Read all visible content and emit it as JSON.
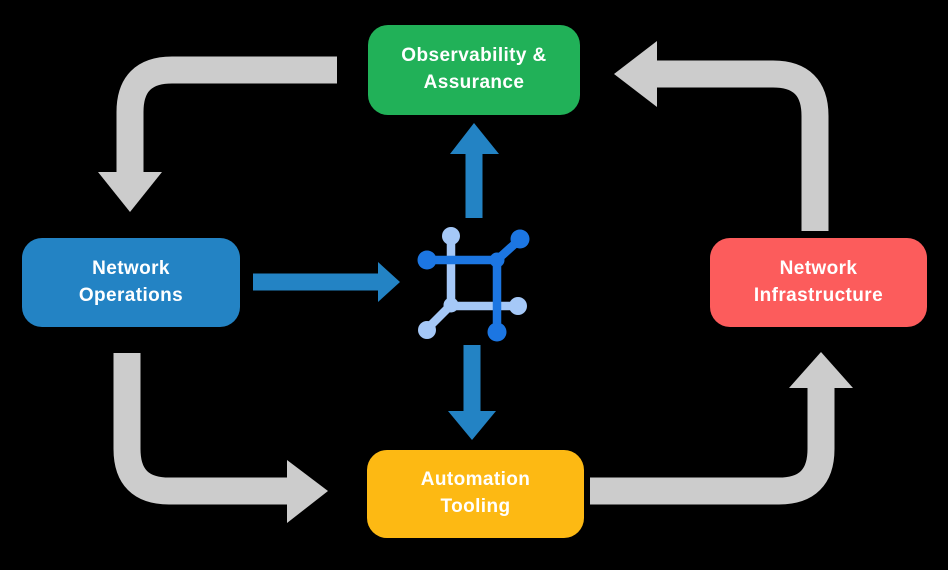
{
  "nodes": {
    "observability": {
      "label": "Observability &\nAssurance",
      "color": "#21B158"
    },
    "operations": {
      "label": "Network\nOperations",
      "color": "#2383C4"
    },
    "infrastructure": {
      "label": "Network\nInfrastructure",
      "color": "#FC5C5C"
    },
    "automation": {
      "label": "Automation\nTooling",
      "color": "#FDB913"
    }
  },
  "hub": {
    "icon": "network-mesh-icon",
    "dark_color": "#1C76E2",
    "light_color": "#A5C8F7"
  },
  "edges": [
    {
      "from": "Observability & Assurance",
      "to": "Network Operations",
      "style": "gray-elbow"
    },
    {
      "from": "Network Infrastructure",
      "to": "Observability & Assurance",
      "style": "gray-elbow"
    },
    {
      "from": "Network Operations",
      "to": "Automation Tooling",
      "style": "gray-elbow"
    },
    {
      "from": "Automation Tooling",
      "to": "Network Infrastructure",
      "style": "gray-elbow"
    },
    {
      "from": "Network Operations",
      "to": "network-hub",
      "style": "blue-straight"
    },
    {
      "from": "network-hub",
      "to": "Observability & Assurance",
      "style": "blue-straight"
    },
    {
      "from": "network-hub",
      "to": "Automation Tooling",
      "style": "blue-straight"
    }
  ],
  "colors": {
    "background": "#000000",
    "node-green": "#21B158",
    "node-blue": "#2383C4",
    "node-red": "#FC5C5C",
    "node-yellow": "#FDB913",
    "arrow-gray": "#CCCCCC",
    "arrow-blue": "#2383C4",
    "icon-dark": "#1C76E2",
    "icon-light": "#A5C8F7",
    "text": "#FFFFFF"
  }
}
